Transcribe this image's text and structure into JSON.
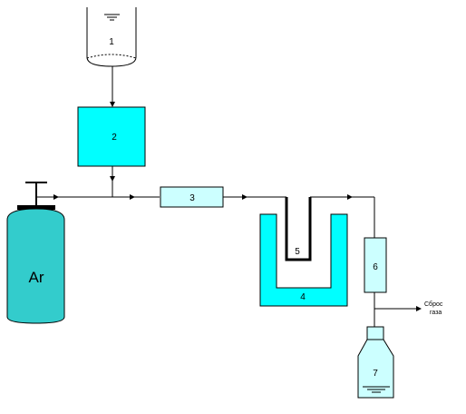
{
  "labels": {
    "n1": "1",
    "n2": "2",
    "n3": "3",
    "n4": "4",
    "n5": "5",
    "n6": "6",
    "n7": "7",
    "ar": "Ar",
    "exhaust_line1": "Сброс",
    "exhaust_line2": "газа"
  },
  "colors": {
    "cyan": "#00ffff",
    "light_cyan": "#ccffff",
    "teal": "#33cccc",
    "stroke": "#000000"
  }
}
